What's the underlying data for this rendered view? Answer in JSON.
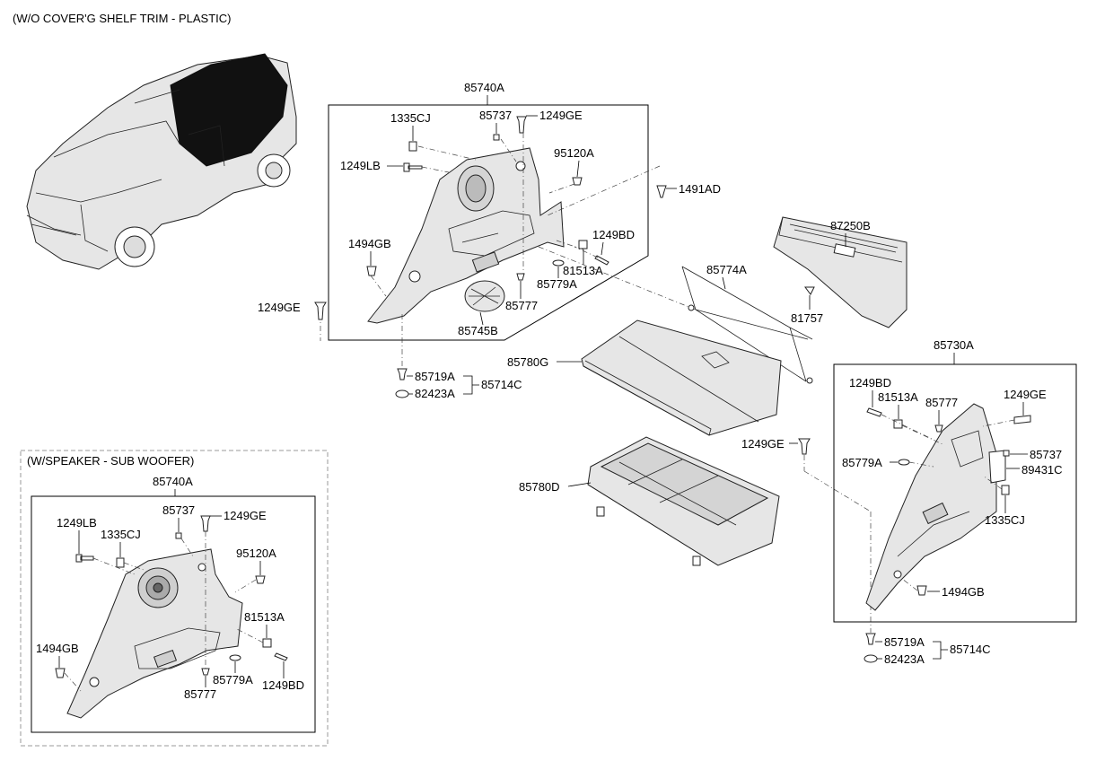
{
  "header": {
    "title": "(W/O COVER'G SHELF TRIM - PLASTIC)"
  },
  "speaker_section": {
    "title": "(W/SPEAKER - SUB WOOFER)"
  },
  "parts": {
    "p85740A": "85740A",
    "p85737": "85737",
    "p1249GE": "1249GE",
    "p1335CJ": "1335CJ",
    "p1249LB": "1249LB",
    "p95120A": "95120A",
    "p1491AD": "1491AD",
    "p1494GB": "1494GB",
    "p1249BD": "1249BD",
    "p81513A": "81513A",
    "p85779A": "85779A",
    "p85777": "85777",
    "p85745B": "85745B",
    "p85719A": "85719A",
    "p82423A": "82423A",
    "p85714C": "85714C",
    "p87250B": "87250B",
    "p85774A": "85774A",
    "p81757": "81757",
    "p85780G": "85780G",
    "p85780D": "85780D",
    "p85730A": "85730A",
    "p89431C": "89431C"
  }
}
